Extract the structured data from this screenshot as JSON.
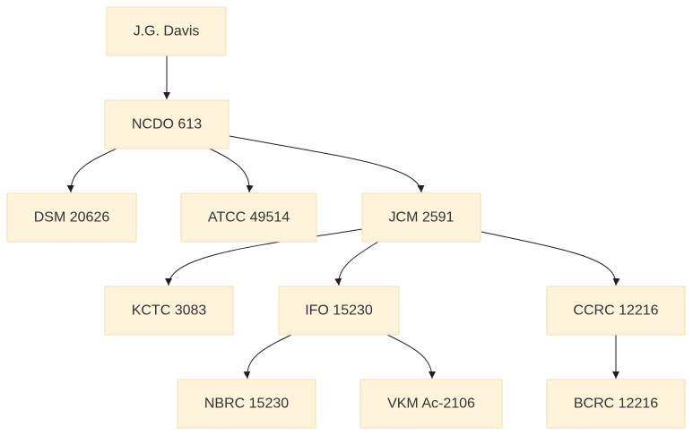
{
  "diagram": {
    "nodes": [
      {
        "id": "jg_davis",
        "label": "J.G. Davis"
      },
      {
        "id": "ncdo_613",
        "label": "NCDO 613"
      },
      {
        "id": "dsm_20626",
        "label": "DSM 20626"
      },
      {
        "id": "atcc_49514",
        "label": "ATCC 49514"
      },
      {
        "id": "jcm_2591",
        "label": "JCM 2591"
      },
      {
        "id": "kctc_3083",
        "label": "KCTC 3083"
      },
      {
        "id": "ifo_15230",
        "label": "IFO 15230"
      },
      {
        "id": "ccrc_12216",
        "label": "CCRC 12216"
      },
      {
        "id": "nbrc_15230",
        "label": "NBRC 15230"
      },
      {
        "id": "vkm_ac_2106",
        "label": "VKM Ac-2106"
      },
      {
        "id": "bcrc_12216",
        "label": "BCRC 12216"
      }
    ],
    "edges": [
      {
        "from": "jg_davis",
        "to": "ncdo_613"
      },
      {
        "from": "ncdo_613",
        "to": "dsm_20626"
      },
      {
        "from": "ncdo_613",
        "to": "atcc_49514"
      },
      {
        "from": "ncdo_613",
        "to": "jcm_2591"
      },
      {
        "from": "jcm_2591",
        "to": "kctc_3083"
      },
      {
        "from": "jcm_2591",
        "to": "ifo_15230"
      },
      {
        "from": "jcm_2591",
        "to": "ccrc_12216"
      },
      {
        "from": "ifo_15230",
        "to": "nbrc_15230"
      },
      {
        "from": "ifo_15230",
        "to": "vkm_ac_2106"
      },
      {
        "from": "ccrc_12216",
        "to": "bcrc_12216"
      }
    ]
  }
}
